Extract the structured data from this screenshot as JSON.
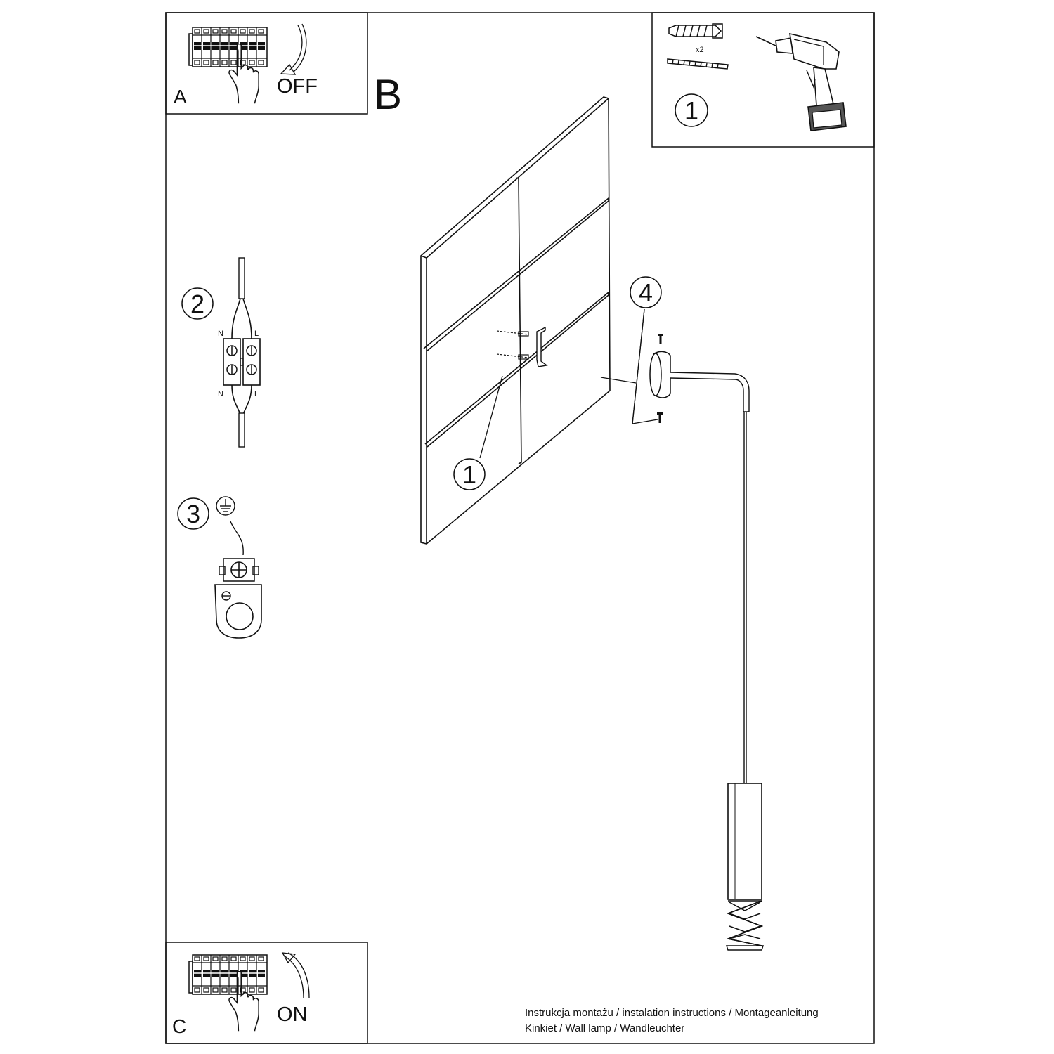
{
  "panels": {
    "a": {
      "letter": "A",
      "state": "OFF"
    },
    "b": {
      "letter": "B"
    },
    "c": {
      "letter": "C",
      "state": "ON"
    }
  },
  "tools": {
    "step": "1",
    "quantity": "x2"
  },
  "wiring": {
    "step": "2",
    "neutral": "N",
    "live": "L"
  },
  "ground": {
    "step": "3"
  },
  "wall": {
    "step": "1"
  },
  "mount": {
    "step": "4"
  },
  "footer": {
    "line1": "Instrukcja montażu / instalation instructions / Montageanleitung",
    "line2": "Kinkiet / Wall lamp / Wandleuchter"
  },
  "colors": {
    "ink": "#111111",
    "paper": "#ffffff",
    "shade": "#555555"
  },
  "icons": [
    "breaker-panel-icon",
    "hand-icon",
    "switch-arrow-icon",
    "wall-plug-icon",
    "screw-icon",
    "drill-icon",
    "terminal-block-icon",
    "ground-symbol-icon",
    "ground-terminal-icon",
    "mounting-bracket-icon",
    "wall-lamp-icon"
  ]
}
